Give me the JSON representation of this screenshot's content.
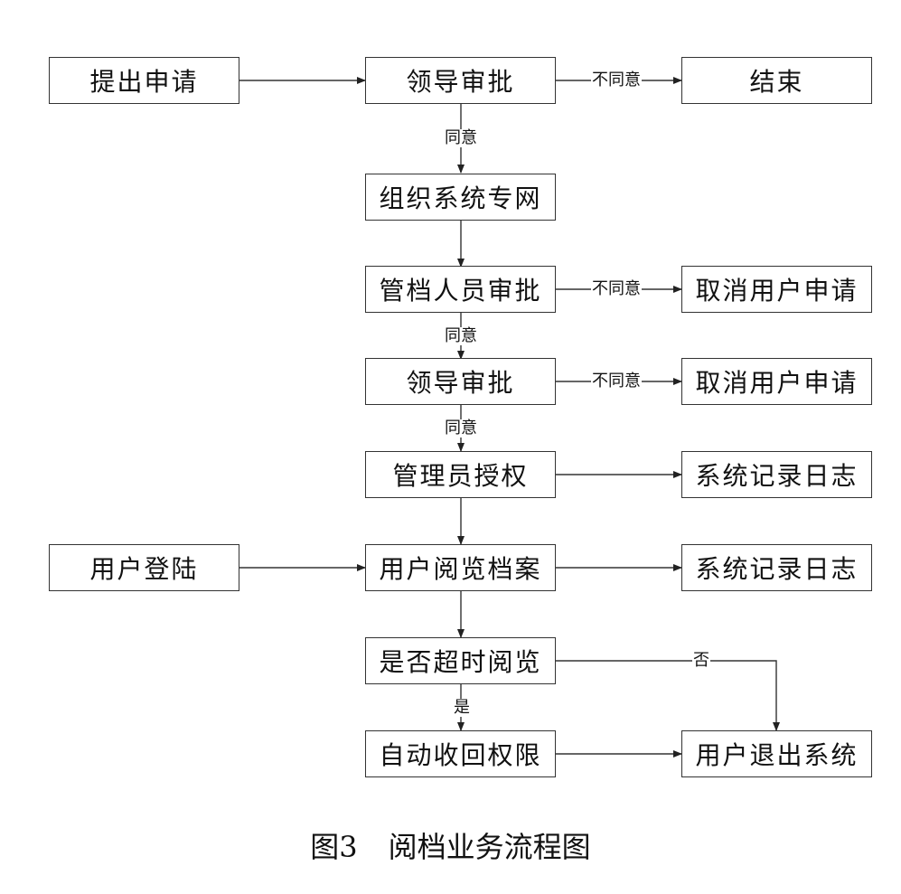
{
  "nodes": {
    "submit_request": "提出申请",
    "leader_approval_1": "领导审批",
    "end": "结束",
    "organize_network": "组织系统专网",
    "archivist_approval": "管档人员审批",
    "cancel_request_1": "取消用户申请",
    "leader_approval_2": "领导审批",
    "cancel_request_2": "取消用户申请",
    "admin_authorize": "管理员授权",
    "system_log_1": "系统记录日志",
    "user_login": "用户登陆",
    "user_browse": "用户阅览档案",
    "system_log_2": "系统记录日志",
    "timeout_check": "是否超时阅览",
    "revoke_permission": "自动收回权限",
    "user_logout": "用户退出系统"
  },
  "edge_labels": {
    "disagree": "不同意",
    "agree": "同意",
    "yes": "是",
    "no": "否"
  },
  "caption": {
    "figure_number": "图3",
    "title": "阅档业务流程图"
  }
}
